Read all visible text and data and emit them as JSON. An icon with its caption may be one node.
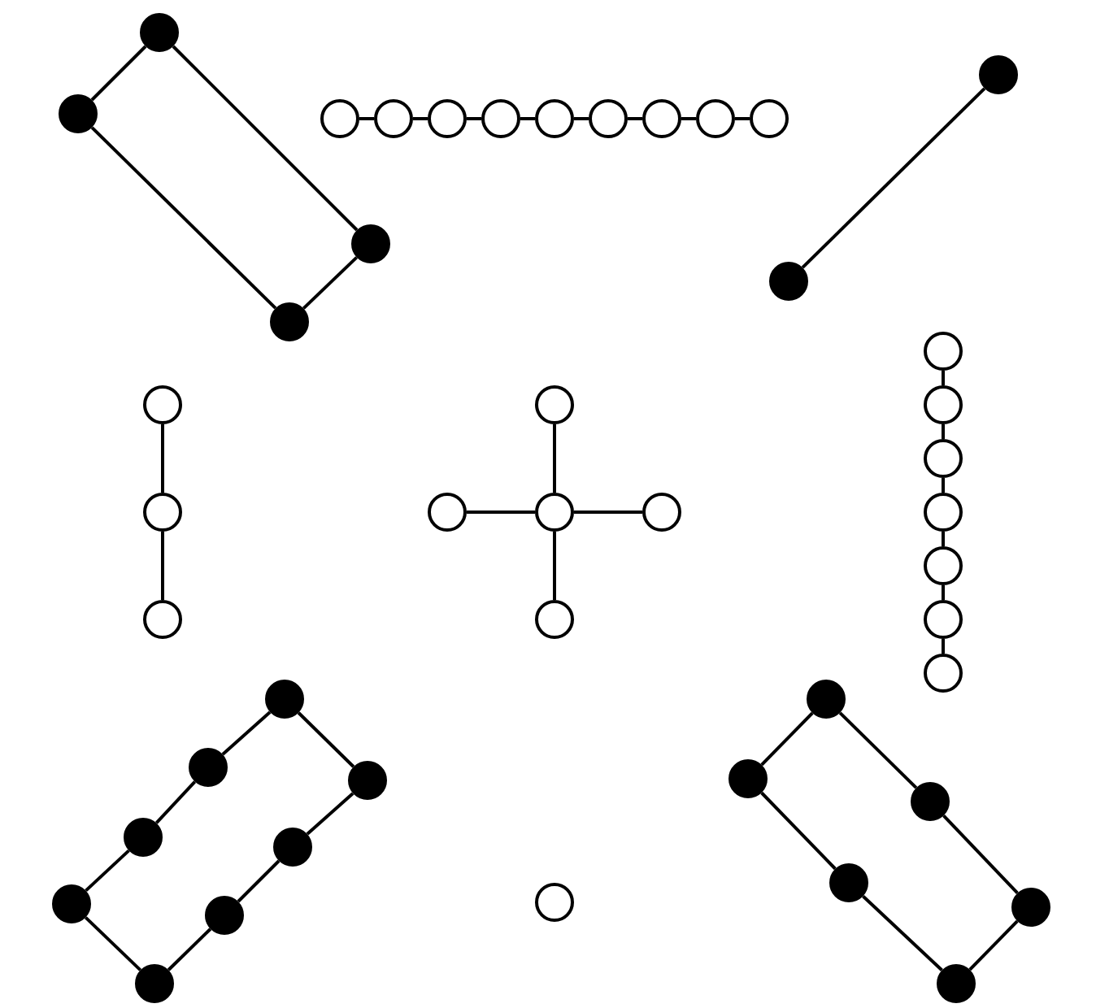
{
  "diagram": {
    "nodes": [
      {
        "text": [],
        "shape": "circle"
      },
      {
        "text": [],
        "shape": "circle"
      },
      {
        "text": [],
        "shape": "circle"
      },
      {
        "text": [],
        "shape": "circle"
      },
      {
        "text": [],
        "shape": "circle"
      },
      {
        "text": [],
        "shape": "circle"
      },
      {
        "text": [],
        "shape": "circle"
      },
      {
        "text": [],
        "shape": "circle"
      },
      {
        "text": [],
        "shape": "circle"
      },
      {
        "text": [],
        "shape": "circle"
      },
      {
        "text": [],
        "shape": "circle"
      },
      {
        "text": [],
        "shape": "circle"
      },
      {
        "text": [],
        "shape": "circle"
      },
      {
        "text": [],
        "shape": "circle"
      },
      {
        "text": [],
        "shape": "circle"
      },
      {
        "text": [],
        "shape": "circle"
      },
      {
        "text": [],
        "shape": "circle"
      },
      {
        "text": [],
        "shape": "circle"
      },
      {
        "text": [],
        "shape": "circle"
      },
      {
        "text": [],
        "shape": "circle"
      },
      {
        "text": [],
        "shape": "circle"
      },
      {
        "text": [],
        "shape": "circle"
      },
      {
        "text": [],
        "shape": "circle"
      },
      {
        "text": [],
        "shape": "circle"
      },
      {
        "text": [],
        "shape": "circle"
      },
      {
        "text": [],
        "shape": "circle"
      },
      {
        "text": [],
        "shape": "circle"
      },
      {
        "text": [],
        "shape": "circle"
      },
      {
        "text": [],
        "shape": "circle"
      },
      {
        "text": [],
        "shape": "circle"
      },
      {
        "text": [],
        "shape": "circle"
      },
      {
        "text": [],
        "shape": "circle"
      },
      {
        "text": [],
        "shape": "circle"
      },
      {
        "text": [],
        "shape": "circle"
      },
      {
        "text": [],
        "shape": "circle"
      },
      {
        "text": [],
        "shape": "circle"
      },
      {
        "text": [],
        "shape": "circle"
      },
      {
        "text": [],
        "shape": "circle"
      },
      {
        "text": [],
        "shape": "circle"
      },
      {
        "text": [],
        "shape": "circle"
      },
      {
        "text": [],
        "shape": "circle"
      },
      {
        "text": [],
        "shape": "circle"
      },
      {
        "text": [],
        "shape": "circle"
      },
      {
        "text": [],
        "shape": "circle"
      },
      {
        "text": [],
        "shape": "circle"
      }
    ],
    "edges": [
      {
        "from": 0,
        "to": 1,
        "arrow": "none"
      },
      {
        "from": 1,
        "to": 3,
        "arrow": "none"
      },
      {
        "from": 3,
        "to": 2,
        "arrow": "none"
      },
      {
        "from": 2,
        "to": 0,
        "arrow": "none"
      },
      {
        "from": 4,
        "to": 5,
        "arrow": "none"
      },
      {
        "from": 5,
        "to": 6,
        "arrow": "none"
      },
      {
        "from": 6,
        "to": 7,
        "arrow": "none"
      },
      {
        "from": 7,
        "to": 8,
        "arrow": "none"
      },
      {
        "from": 8,
        "to": 9,
        "arrow": "none"
      },
      {
        "from": 9,
        "to": 10,
        "arrow": "none"
      },
      {
        "from": 10,
        "to": 11,
        "arrow": "none"
      },
      {
        "from": 11,
        "to": 12,
        "arrow": "none"
      },
      {
        "from": 13,
        "to": 14,
        "arrow": "none"
      },
      {
        "from": 15,
        "to": 16,
        "arrow": "none"
      },
      {
        "from": 16,
        "to": 17,
        "arrow": "none"
      },
      {
        "from": 20,
        "to": 18,
        "arrow": "none"
      },
      {
        "from": 20,
        "to": 19,
        "arrow": "none"
      },
      {
        "from": 20,
        "to": 21,
        "arrow": "none"
      },
      {
        "from": 20,
        "to": 22,
        "arrow": "none"
      },
      {
        "from": 23,
        "to": 24,
        "arrow": "none"
      },
      {
        "from": 24,
        "to": 25,
        "arrow": "none"
      },
      {
        "from": 25,
        "to": 26,
        "arrow": "none"
      },
      {
        "from": 26,
        "to": 27,
        "arrow": "none"
      },
      {
        "from": 27,
        "to": 28,
        "arrow": "none"
      },
      {
        "from": 28,
        "to": 29,
        "arrow": "none"
      },
      {
        "from": 30,
        "to": 31,
        "arrow": "none"
      },
      {
        "from": 31,
        "to": 32,
        "arrow": "none"
      },
      {
        "from": 32,
        "to": 33,
        "arrow": "none"
      },
      {
        "from": 33,
        "to": 34,
        "arrow": "none"
      },
      {
        "from": 34,
        "to": 35,
        "arrow": "none"
      },
      {
        "from": 35,
        "to": 36,
        "arrow": "none"
      },
      {
        "from": 36,
        "to": 37,
        "arrow": "none"
      },
      {
        "from": 37,
        "to": 30,
        "arrow": "none"
      },
      {
        "from": 39,
        "to": 40,
        "arrow": "none"
      },
      {
        "from": 40,
        "to": 42,
        "arrow": "none"
      },
      {
        "from": 42,
        "to": 44,
        "arrow": "none"
      },
      {
        "from": 44,
        "to": 43,
        "arrow": "none"
      },
      {
        "from": 43,
        "to": 41,
        "arrow": "none"
      },
      {
        "from": 41,
        "to": 39,
        "arrow": "none"
      }
    ]
  }
}
